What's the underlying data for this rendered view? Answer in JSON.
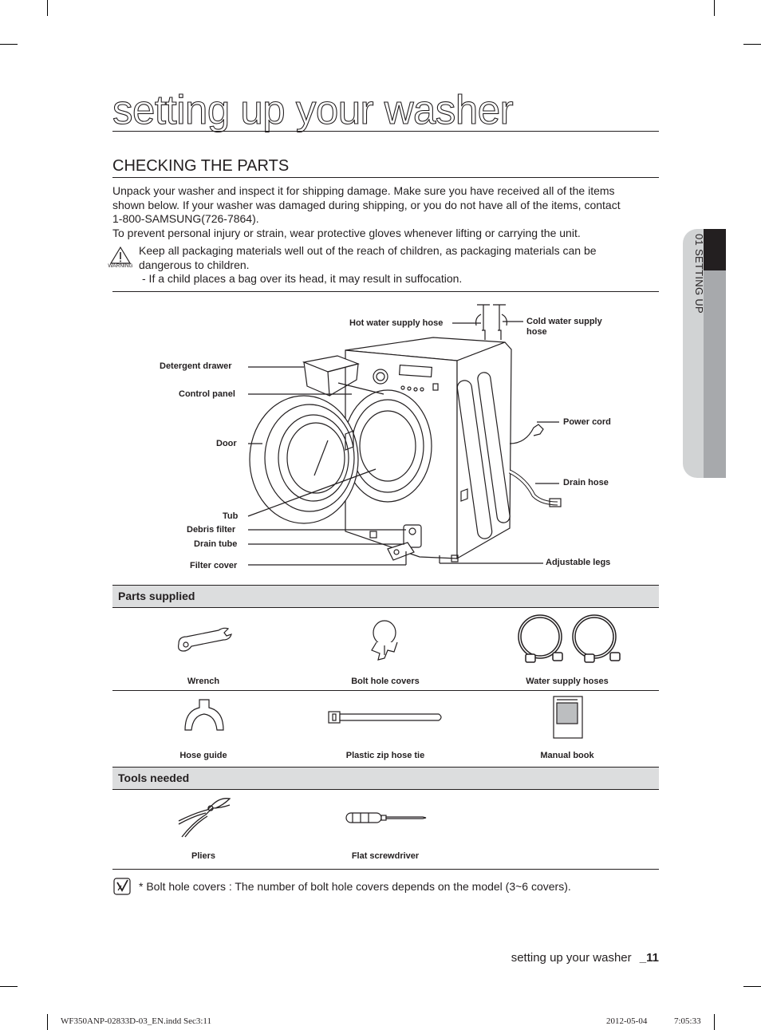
{
  "page": {
    "title": "setting up your washer",
    "section_heading": "CHECKING THE PARTS",
    "intro_lines": [
      "Unpack your washer and inspect it for shipping damage. Make sure you have received all of the items",
      "shown below. If your washer was damaged during shipping, or you do not have all of the items, contact",
      "1-800-SAMSUNG(726-7864).",
      "To prevent personal injury or strain, wear protective gloves whenever lifting or carrying the unit."
    ],
    "warning": {
      "icon_label": "WARNING",
      "lines": [
        "Keep all packaging materials well out of the reach of children, as packaging materials can be",
        "dangerous to children."
      ],
      "bullet": "-   If a child places a bag over its head, it may result in suffocation."
    },
    "side_tab": "01 SETTING UP"
  },
  "diagram": {
    "labels": {
      "hot_water": "Hot water supply hose",
      "cold_water_1": "Cold water supply",
      "cold_water_2": "hose",
      "detergent_drawer": "Detergent drawer",
      "control_panel": "Control panel",
      "power_cord": "Power cord",
      "door": "Door",
      "drain_hose": "Drain hose",
      "tub": "Tub",
      "debris_filter": "Debris filter",
      "drain_tube": "Drain tube",
      "filter_cover": "Filter cover",
      "adjustable_legs": "Adjustable legs"
    }
  },
  "parts_supplied": {
    "heading": "Parts supplied",
    "items": [
      "Wrench",
      "Bolt hole covers",
      "Water supply hoses",
      "Hose guide",
      "Plastic zip hose tie",
      "Manual book"
    ]
  },
  "tools_needed": {
    "heading": "Tools needed",
    "items": [
      "Pliers",
      "Flat screwdriver"
    ]
  },
  "note": "* Bolt hole covers : The number of bolt hole covers depends on the model (3~6 covers).",
  "footer": {
    "running": "setting up your washer",
    "page_number": "_11",
    "slug_file": "WF350ANP-02833D-03_EN.indd   Sec3:11",
    "slug_date": "2012-05-04",
    "slug_time": "7:05:33"
  }
}
